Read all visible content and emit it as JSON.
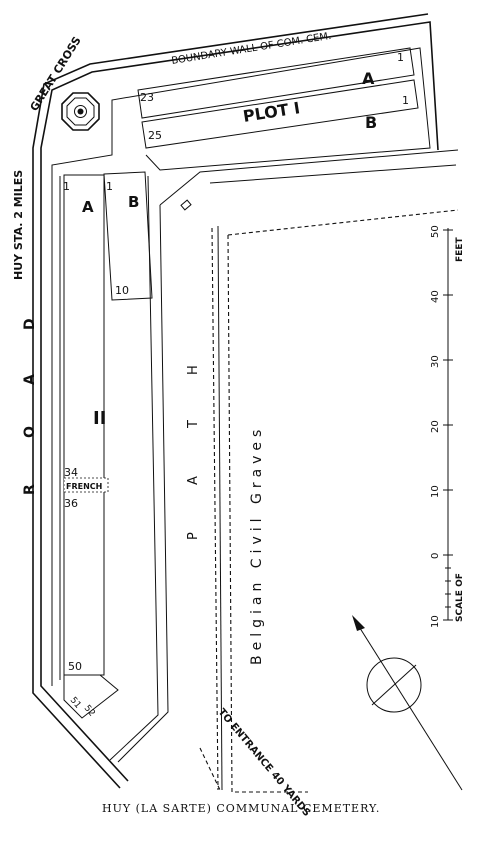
{
  "map": {
    "boundary_wall": "BOUNDARY WALL OF COM. CEM.",
    "great_cross": "GREAT CROSS",
    "huy_station": "HUY STA. 2 MILES",
    "road_letters": [
      "R",
      "O",
      "A",
      "D"
    ],
    "path_letters": [
      "P",
      "A",
      "T",
      "H"
    ],
    "plot_one": {
      "title": "PLOT I",
      "row_a": "A",
      "row_b": "B",
      "row_a_first": "1",
      "row_a_last": "23",
      "row_b_first": "1",
      "row_b_last": "25"
    },
    "plot_two": {
      "title": "II",
      "row_a": "A",
      "row_b": "B",
      "row_a_first": "1",
      "row_b_first": "1",
      "row_b_last": "10",
      "grave_34": "34",
      "french": "FRENCH",
      "grave_36": "36",
      "grave_50": "50",
      "grave_51": "51",
      "grave_52": "52"
    },
    "belgian_graves": "Belgian Civil Graves",
    "entrance": "TO ENTRANCE 40 YARDS",
    "scale": {
      "title": "SCALE OF FEET",
      "unit": "FEET",
      "scale_of": "SCALE OF",
      "ticks": [
        "10",
        "0",
        "10",
        "20",
        "30",
        "40",
        "50"
      ]
    }
  },
  "caption": "HUY (LA SARTE) COMMUNAL CEMETERY."
}
